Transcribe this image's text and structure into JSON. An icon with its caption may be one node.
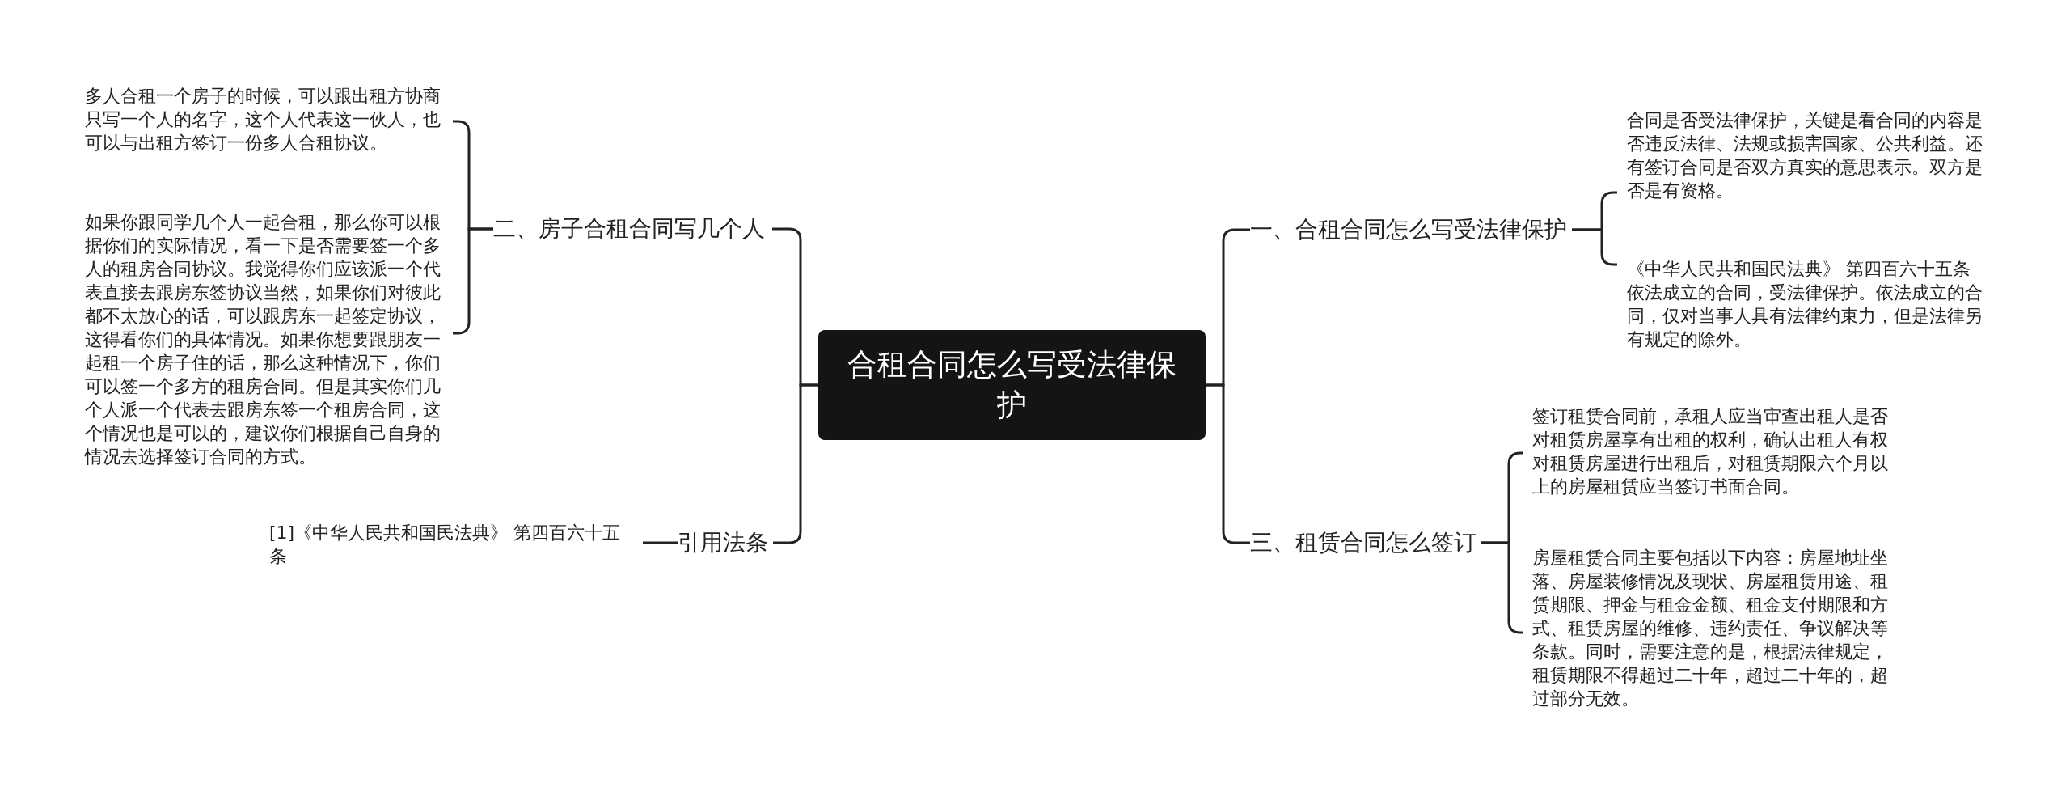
{
  "diagram": {
    "nodes": [
      {
        "text": [
          "合租合同怎么写受法律保护"
        ]
      },
      {
        "text": [
          "二、房子合租合同写几个人"
        ]
      },
      {
        "text": [
          "引用法条"
        ]
      },
      {
        "text": [
          "一、合租合同怎么写受法律保护"
        ]
      },
      {
        "text": [
          "三、租赁合同怎么签订"
        ]
      },
      {
        "text": [
          "多人合租一个房子的时候，可以跟出租方协商只写一个人的名字，这个人代表这一伙人，也可以与出租方签订一份多人合租协议。"
        ]
      },
      {
        "text": [
          "如果你跟同学几个人一起合租，那么你可以根据你们的实际情况，看一下是否需要签一个多人的租房合同协议。我觉得你们应该派一个代表直接去跟房东签协议当然，如果你们对彼此都不太放心的话，可以跟房东一起签定协议，这得看你们的具体情况。如果你想要跟朋友一起租一个房子住的话，那么这种情况下，你们可以签一个多方的租房合同。但是其实你们几个人派一个代表去跟房东签一个租房合同，这个情况也是可以的，建议你们根据自己自身的情况去选择签订合同的方式。"
        ]
      },
      {
        "text": [
          "[1]《中华人民共和国民法典》 第四百六十五条"
        ]
      },
      {
        "text": [
          "合同是否受法律保护，关键是看合同的内容是否违反法律、法规或损害国家、公共利益。还有签订合同是否双方真实的意思表示。双方是否是有资格。"
        ]
      },
      {
        "text": [
          "《中华人民共和国民法典》 第四百六十五条",
          "依法成立的合同，受法律保护。依法成立的合同，仅对当事人具有法律约束力，但是法律另有规定的除外。"
        ]
      },
      {
        "text": [
          "签订租赁合同前，承租人应当审查出租人是否对租赁房屋享有出租的权利，确认出租人有权对租赁房屋进行出租后，对租赁期限六个月以上的房屋租赁应当签订书面合同。"
        ]
      },
      {
        "text": [
          "房屋租赁合同主要包括以下内容：房屋地址坐落、房屋装修情况及现状、房屋租赁用途、租赁期限、押金与租金金额、租金支付期限和方式、租赁房屋的维修、违约责任、争议解决等条款。同时，需要注意的是，根据法律规定，租赁期限不得超过二十年，超过二十年的，超过部分无效。"
        ]
      }
    ],
    "edges": [
      {
        "from": 0,
        "to": 1,
        "arrow": "none"
      },
      {
        "from": 0,
        "to": 2,
        "arrow": "none"
      },
      {
        "from": 0,
        "to": 3,
        "arrow": "none"
      },
      {
        "from": 0,
        "to": 4,
        "arrow": "none"
      },
      {
        "from": 1,
        "to": 5,
        "arrow": "none"
      },
      {
        "from": 1,
        "to": 6,
        "arrow": "none"
      },
      {
        "from": 2,
        "to": 7,
        "arrow": "none"
      },
      {
        "from": 3,
        "to": 8,
        "arrow": "none"
      },
      {
        "from": 3,
        "to": 9,
        "arrow": "none"
      },
      {
        "from": 4,
        "to": 10,
        "arrow": "none"
      },
      {
        "from": 4,
        "to": 11,
        "arrow": "none"
      }
    ]
  }
}
